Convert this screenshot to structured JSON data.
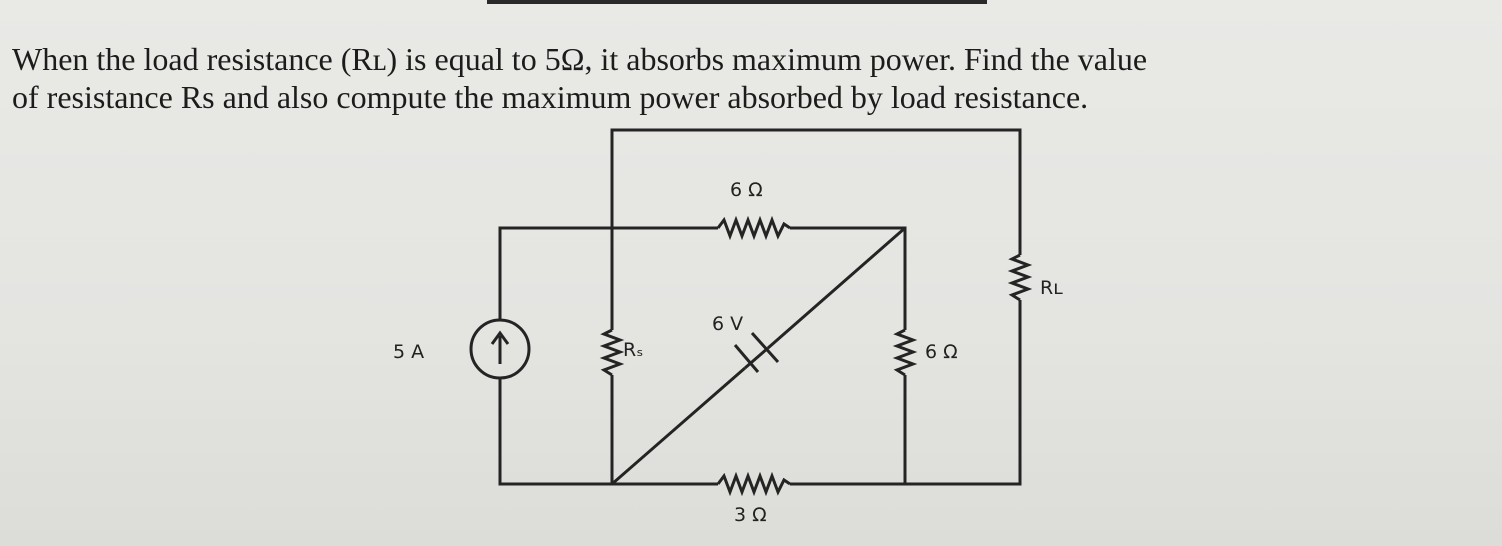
{
  "question": {
    "line1": "When the load resistance (Rʟ) is equal to 5Ω, it absorbs maximum power. Find the value",
    "line2": "of resistance Rs and also compute the maximum power absorbed by load resistance."
  },
  "circuit": {
    "current_source_label": "5 A",
    "rs_label": "Rₛ",
    "top_resistor_label": "6 Ω",
    "voltage_source_label": "6 V",
    "right_resistor_label": "6 Ω",
    "bottom_resistor_label": "3 Ω",
    "load_resistor_label": "Rʟ"
  }
}
